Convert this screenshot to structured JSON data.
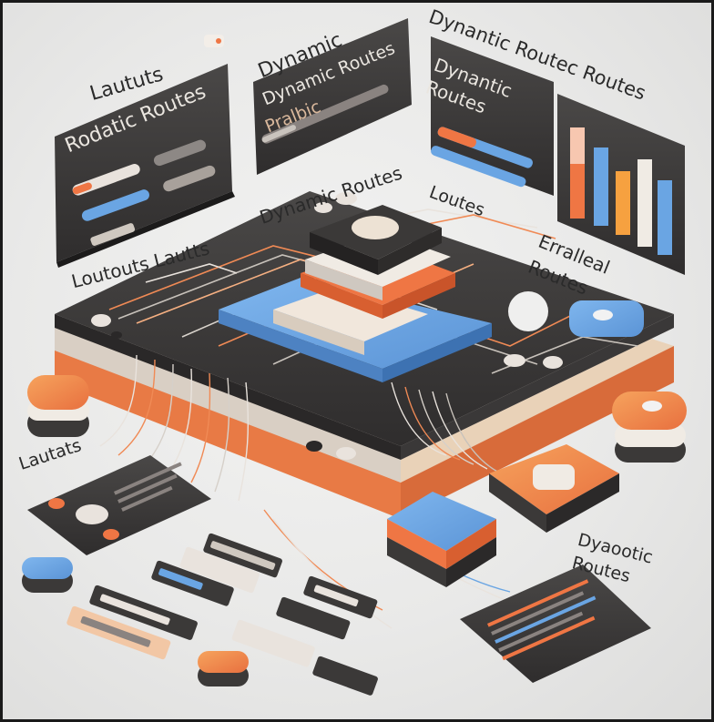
{
  "labels": {
    "laututs": "Laututs",
    "dynamic_top": "Dynamic",
    "dynantic_routec": "Dynantic Routec Routes",
    "dynamic_routes_mid": "Dynamic Routes",
    "loutes": "Loutes",
    "errallel": "Erralleal Routes",
    "loutouts": "Loutouts Lautts",
    "lautats": "Lautats",
    "dyaootic": "Dyaootic Routes"
  },
  "panels": {
    "rodatic_title": "Rodatic Routes",
    "dynamic_panel_line1": "Dynamic Routes",
    "dynamic_panel_line2": "Pralbic",
    "dynantic_panel_title": "Dynantic Routes"
  },
  "colors": {
    "dark": "#3d3b3b",
    "orange": "#ef7b45",
    "blue": "#6aa5e3",
    "cream": "#e8e0d6"
  }
}
